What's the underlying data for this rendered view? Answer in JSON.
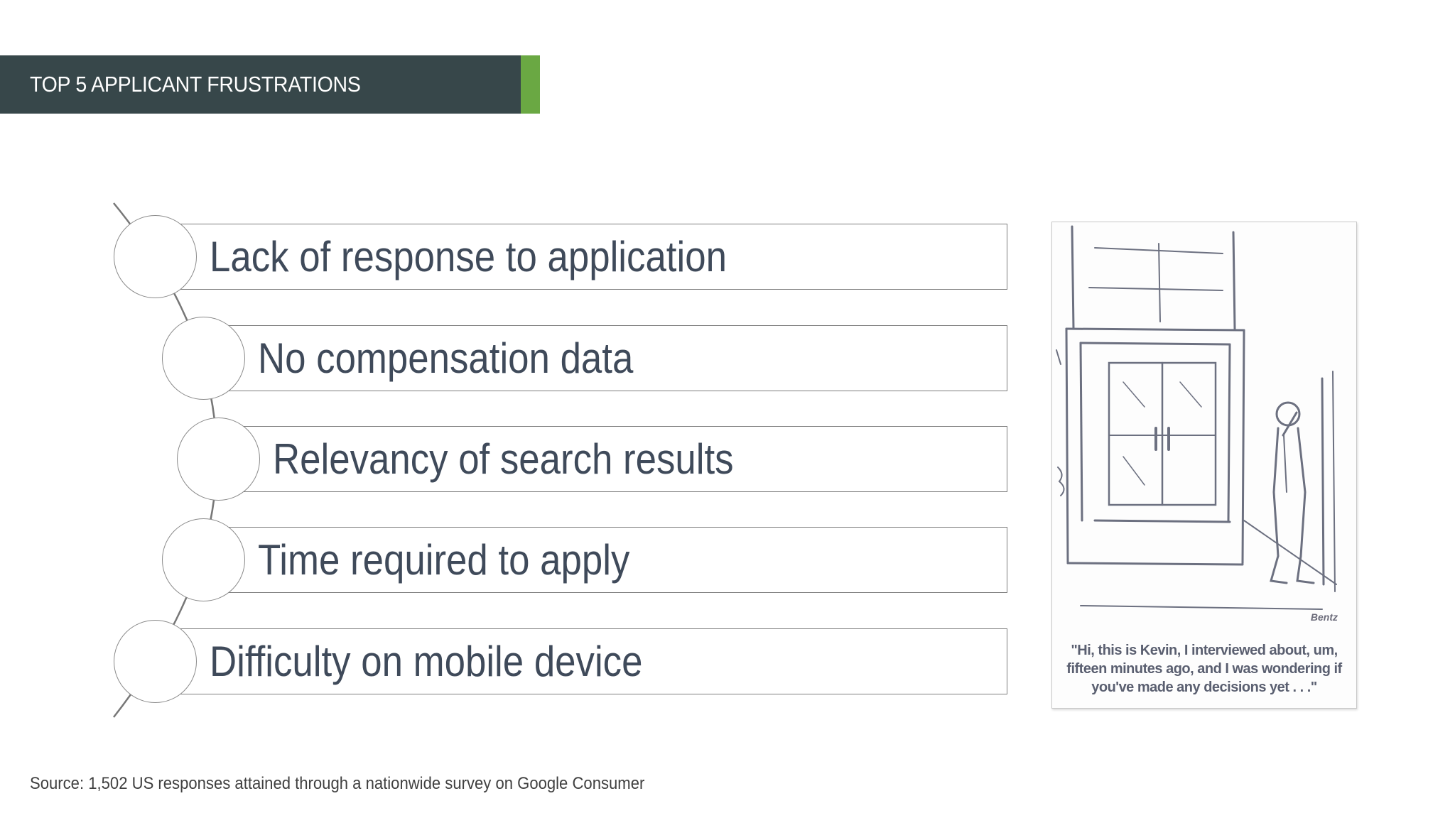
{
  "header": {
    "title": "TOP 5 APPLICANT FRUSTRATIONS",
    "bar_color": "#37474a",
    "accent_color": "#6aa843"
  },
  "frustrations": [
    {
      "label": "Lack of response to application"
    },
    {
      "label": "No compensation data"
    },
    {
      "label": "Relevancy of search results"
    },
    {
      "label": "Time required to apply"
    },
    {
      "label": "Difficulty on mobile device"
    }
  ],
  "cartoon": {
    "signature": "Bentz",
    "caption": "\"Hi, this is Kevin, I interviewed about, um, fifteen minutes ago, and I was wondering if you've made any decisions yet . . .\""
  },
  "footer": {
    "source": "Source:  1,502 US responses attained through a nationwide survey on Google Consumer"
  }
}
